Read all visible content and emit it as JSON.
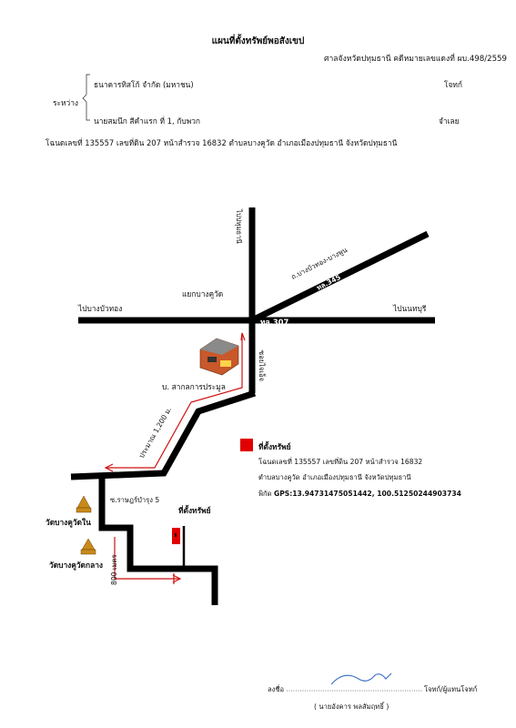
{
  "title": "แผนที่ตั้งทรัพย์พอสังเขป",
  "court": "ศาลจังหวัดปทุมธานี คดีหมายเลขแดงที่ ผบ.498/2559",
  "parties": {
    "between_label": "ระหว่าง",
    "plaintiff": "ธนาคารทิสโก้ จำกัด (มหาชน)",
    "plaintiff_role": "โจทก์",
    "defendant": "นายสมนึก สีคำแรก ที่ 1, กับพวก",
    "defendant_role": "จำเลย"
  },
  "deed_line": "โฉนดเลขที่ 135557 เลขที่ดิน 207 หน้าสำรวจ 16832 ตำบลบางคูวัด  อำเภอเมืองปทุมธานี จังหวัดปทุมธานี",
  "map": {
    "to_pathum": "ไปปทุมธานี",
    "road_345_name": "ถ.บางบัวทอง-บางพูน",
    "road_345": "ทล.345",
    "to_bang_bua_thong": "ไปบางบัวทอง",
    "to_nonthaburi": "ไปนนทบุรี",
    "intersection": "แยกบางคูวัด",
    "road_307": "ทล.307",
    "landmark": "บ. สากลการประมูล",
    "soi": "ซอยไจเอ็จ",
    "distance_1": "ประมาณ 1,200 ม.",
    "soi_2": "ซ.ราษฎร์บำรุง 5",
    "temple_1": "วัดบางคูวัดใน",
    "temple_2": "วัดบางคูวัดกลาง",
    "distance_2": "800 เมตร",
    "property_label": "ที่ตั้งทรัพย์",
    "marker_color": "#e00000",
    "route_color": "#d01010"
  },
  "legend": {
    "title": "ที่ตั้งทรัพย์",
    "line1": "โฉนดเลขที่ 135557 เลขที่ดิน 207 หน้าสำรวจ 16832",
    "line2": "ตำบลบางคูวัด  อำเภอเมืองปทุมธานี จังหวัดปทุมธานี",
    "gps_prefix": "พิกัด",
    "gps": "GPS:13.94731475051442, 100.51250244903734"
  },
  "signature": {
    "label": "ลงชื่อ",
    "role": "โจทก์/ผู้แทนโจทก์",
    "name": "( นายอังคาร พลสัมฤทธิ์ )"
  }
}
